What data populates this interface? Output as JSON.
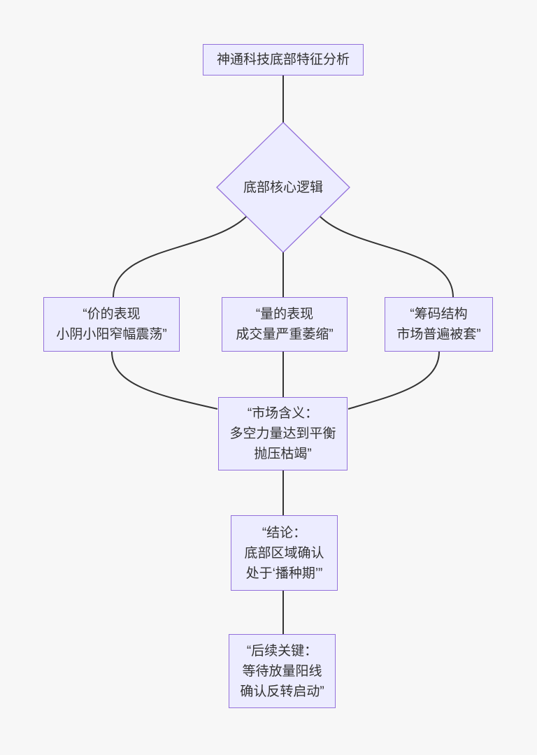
{
  "diagram": {
    "type": "flowchart",
    "direction": "top-down",
    "colors": {
      "node_fill": "#ECECFF",
      "node_border": "#9370DB",
      "edge": "#333333",
      "background": "#F7F7F7",
      "text": "#333333"
    },
    "nodes": {
      "title": {
        "shape": "rectangle",
        "lines": [
          "神通科技底部特征分析"
        ]
      },
      "logic": {
        "shape": "diamond",
        "lines": [
          "底部核心逻辑"
        ]
      },
      "price": {
        "shape": "rectangle",
        "lines": [
          "“价的表现",
          "小阴小阳窄幅震荡”"
        ]
      },
      "volume": {
        "shape": "rectangle",
        "lines": [
          "“量的表现",
          "成交量严重萎缩”"
        ]
      },
      "chips": {
        "shape": "rectangle",
        "lines": [
          "“筹码结构",
          "市场普遍被套”"
        ]
      },
      "meaning": {
        "shape": "rectangle",
        "lines": [
          "“市场含义：",
          "多空力量达到平衡",
          "抛压枯竭”"
        ]
      },
      "conclusion": {
        "shape": "rectangle",
        "lines": [
          "“结论：",
          "底部区域确认",
          "处于‘播种期’”"
        ]
      },
      "followup": {
        "shape": "rectangle",
        "lines": [
          "“后续关键：",
          "等待放量阳线",
          "确认反转启动”"
        ]
      }
    },
    "edges": [
      {
        "from": "title",
        "to": "logic"
      },
      {
        "from": "logic",
        "to": "price"
      },
      {
        "from": "logic",
        "to": "volume"
      },
      {
        "from": "logic",
        "to": "chips"
      },
      {
        "from": "price",
        "to": "meaning"
      },
      {
        "from": "volume",
        "to": "meaning"
      },
      {
        "from": "chips",
        "to": "meaning"
      },
      {
        "from": "meaning",
        "to": "conclusion"
      },
      {
        "from": "conclusion",
        "to": "followup"
      }
    ]
  }
}
